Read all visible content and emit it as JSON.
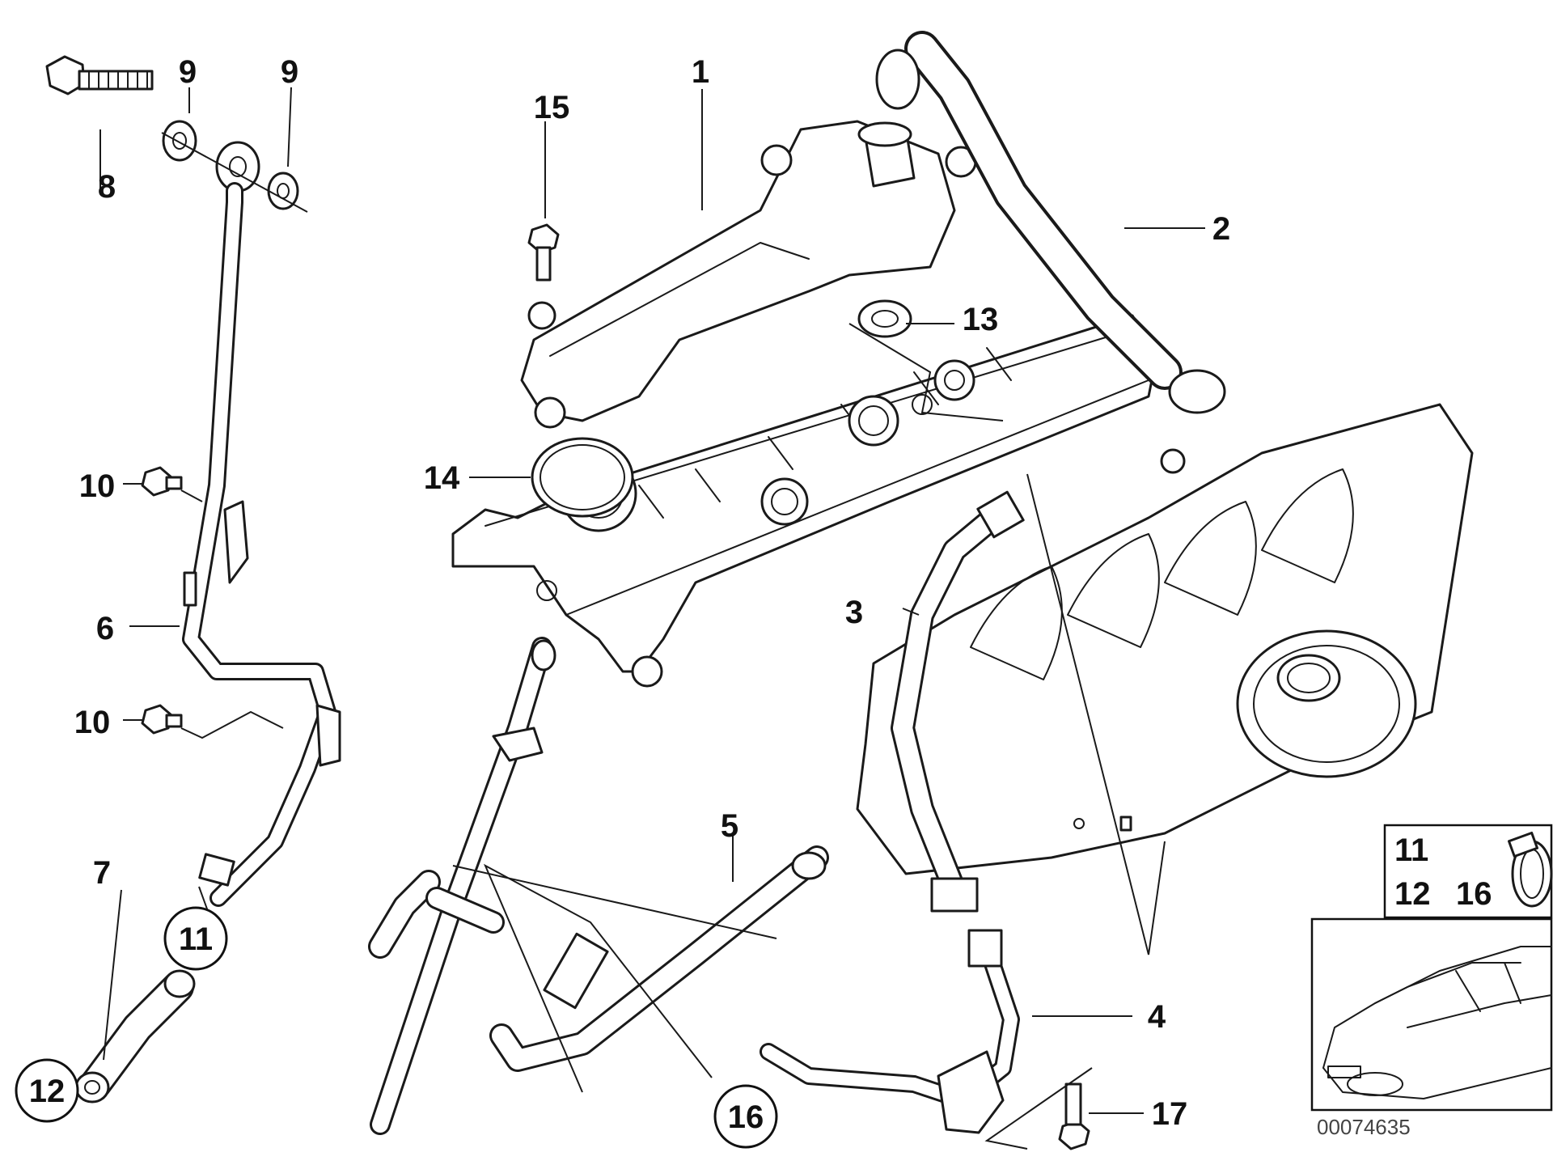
{
  "callouts": {
    "c1": "1",
    "c2": "2",
    "c3": "3",
    "c4": "4",
    "c5": "5",
    "c6": "6",
    "c7": "7",
    "c8": "8",
    "c9a": "9",
    "c9b": "9",
    "c10a": "10",
    "c10b": "10",
    "c11": "11",
    "c12": "12",
    "c13": "13",
    "c14": "14",
    "c15": "15",
    "c16": "16",
    "c17": "17"
  },
  "inset": {
    "label_11": "11",
    "label_12": "12",
    "label_16": "16"
  },
  "reference_number": "00074635"
}
